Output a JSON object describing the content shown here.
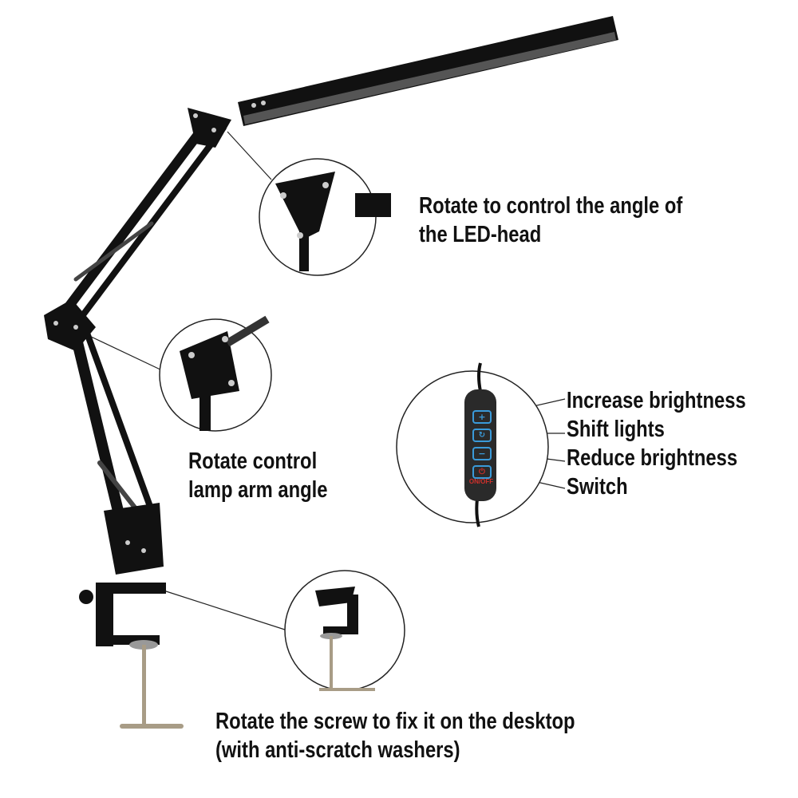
{
  "captions": {
    "led_head": [
      "Rotate to control the angle of",
      "the LED-head"
    ],
    "arm": [
      "Rotate control",
      "lamp arm angle"
    ],
    "clamp": [
      "Rotate the screw to fix it on the desktop",
      "(with anti-scratch washers)"
    ]
  },
  "controller": {
    "labels": [
      "Increase brightness",
      "Shift lights",
      "Reduce brightness",
      "Switch"
    ],
    "switch_label": "ON/OFF"
  },
  "colors": {
    "lamp": "#111111",
    "button_outline": "#3a9ad9",
    "power": "#d0302a"
  }
}
